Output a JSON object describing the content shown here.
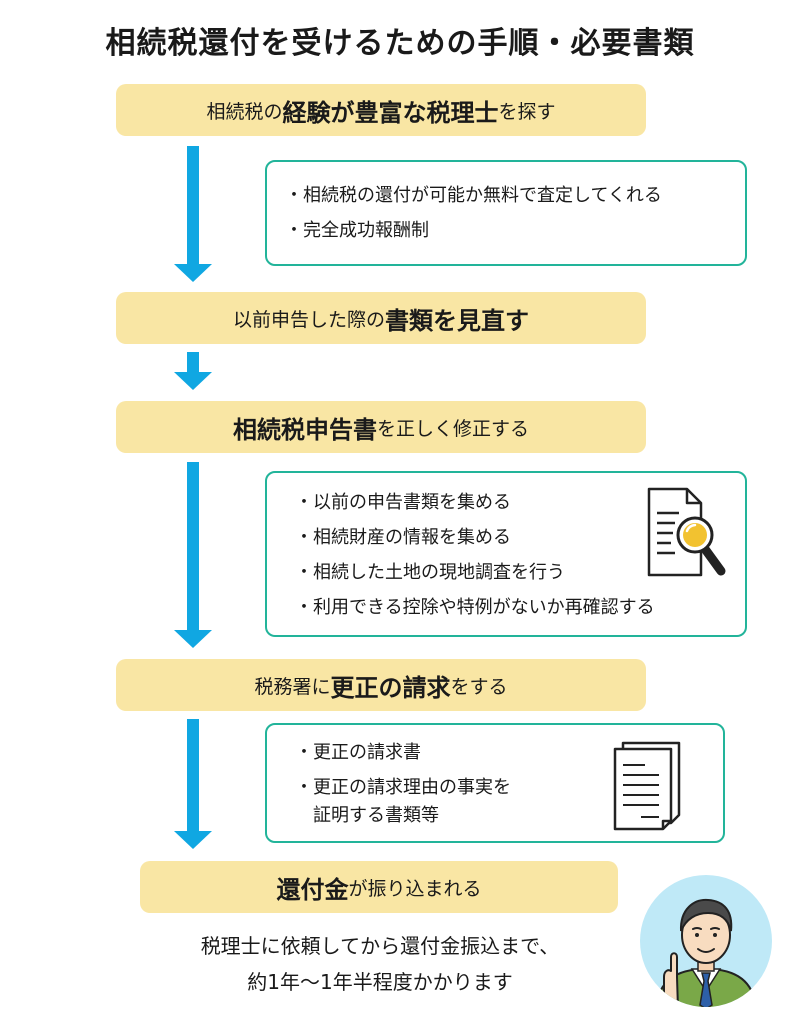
{
  "title": "相続税還付を受けるための手順・必要書類",
  "steps": [
    {
      "pre": "相続税の",
      "em": "経験が豊富な税理士",
      "post": "を探す"
    },
    {
      "pre": "以前申告した際の",
      "em": "書類を見直す",
      "post": ""
    },
    {
      "pre": "",
      "em": "相続税申告書",
      "post": "を正しく修正する"
    },
    {
      "pre": "税務署に",
      "em": "更正の請求",
      "post": "をする"
    },
    {
      "pre": "",
      "em": "還付金",
      "post": "が振り込まれる"
    }
  ],
  "notes": [
    {
      "items": [
        "・相続税の還付が可能か無料で査定してくれる",
        "・完全成功報酬制"
      ]
    },
    {
      "items": [
        "・以前の申告書類を集める",
        "・相続財産の情報を集める",
        "・相続した土地の現地調査を行う",
        "・利用できる控除や特例がないか再確認する"
      ],
      "icon": "document-search-icon"
    },
    {
      "items": [
        "・更正の請求書",
        "・更正の請求理由の事実を"
      ],
      "continuation": "証明する書類等",
      "icon": "documents-icon"
    }
  ],
  "footer": {
    "line1": "税理士に依頼してから還付金振込まで、",
    "line2": "約1年〜1年半程度かかります"
  },
  "colors": {
    "step_bg": "#f9e6a4",
    "arrow": "#10a7e2",
    "note_border": "#22b49a",
    "avatar_bg": "#bfe9f7"
  }
}
